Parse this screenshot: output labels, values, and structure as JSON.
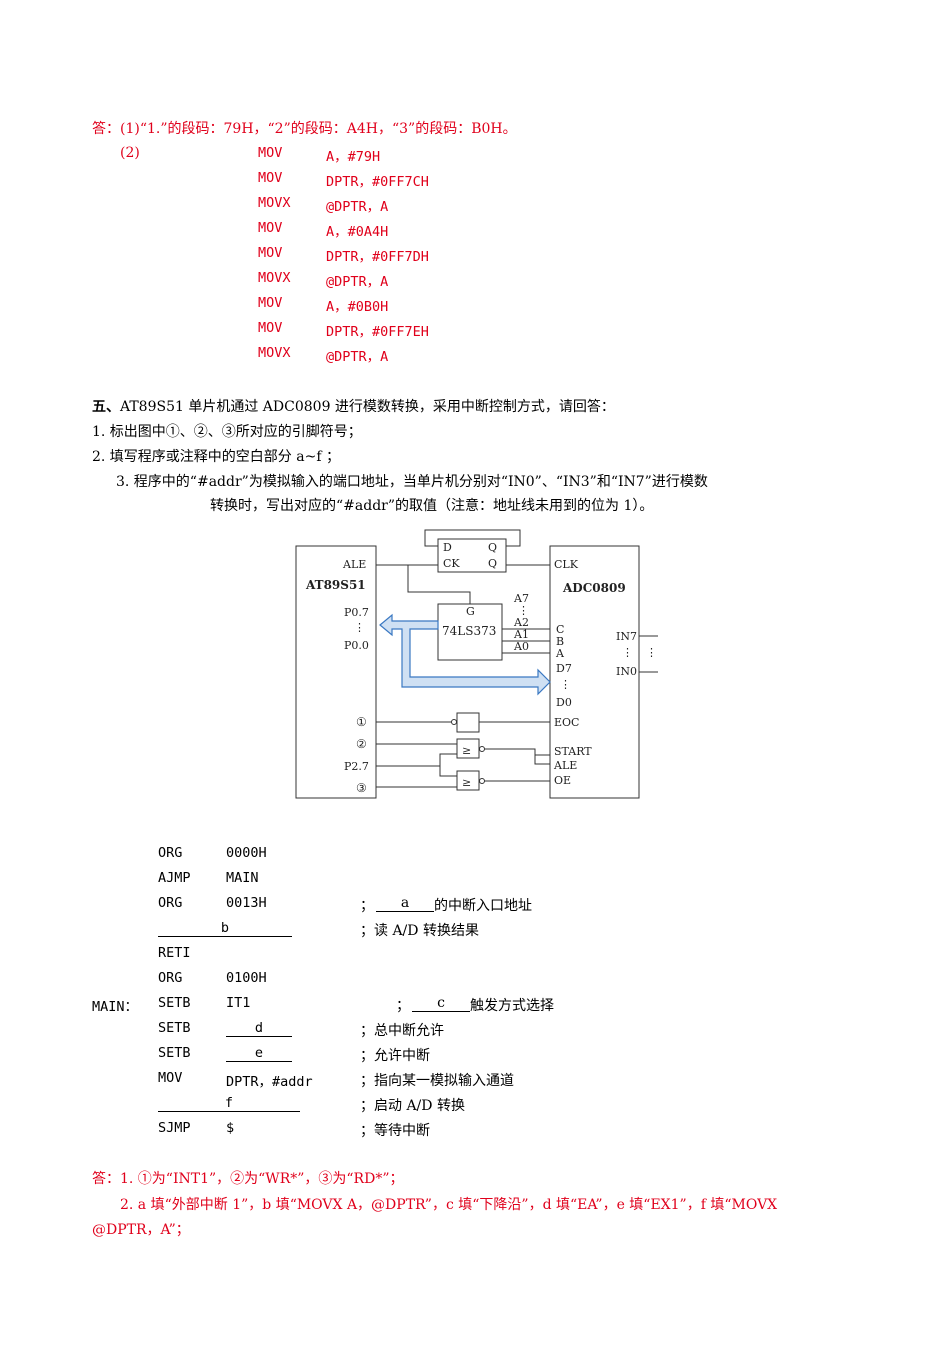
{
  "answer1": {
    "line1": "答：(1)“1.”的段码：79H，“2”的段码：A4H，“3”的段码：B0H。",
    "part2_label": "(2)",
    "code": [
      {
        "op": "MOV",
        "arg": "A，#79H"
      },
      {
        "op": "MOV",
        "arg": "DPTR，#0FF7CH"
      },
      {
        "op": "MOVX",
        "arg": "@DPTR，A"
      },
      {
        "op": "MOV",
        "arg": "A，#0A4H"
      },
      {
        "op": "MOV",
        "arg": "DPTR，#0FF7DH"
      },
      {
        "op": "MOVX",
        "arg": "@DPTR，A"
      },
      {
        "op": "MOV",
        "arg": "A，#0B0H"
      },
      {
        "op": "MOV",
        "arg": "DPTR，#0FF7EH"
      },
      {
        "op": "MOVX",
        "arg": "@DPTR，A"
      }
    ]
  },
  "question5": {
    "num": "五、",
    "stem": "AT89S51 单片机通过 ADC0809 进行模数转换，采用中断控制方式，请回答：",
    "q1": "1. 标出图中①、②、③所对应的引脚符号；",
    "q2": "2. 填写程序或注释中的空白部分 a~f ；",
    "q3a": "3. 程序中的“#addr”为模拟输入的端口地址，当单片机分别对“IN0”、“IN3”和“IN7”进行模数",
    "q3b": "转换时，写出对应的“#addr”的取值（注意：地址线未用到的位为 1）。"
  },
  "diagram": {
    "mcu": "AT89S51",
    "mcu_ale": "ALE",
    "p07": "P0.7",
    "p00": "P0.0",
    "p27": "P2.7",
    "c1": "①",
    "c2": "②",
    "c3": "③",
    "ff_d": "D",
    "ff_q": "Q",
    "ff_ck": "CK",
    "ff_qb": "Q",
    "latch": "74LS373",
    "latch_g": "G",
    "a7": "A7",
    "a2": "A2",
    "a1": "A1",
    "a0": "A0",
    "adc": "ADC0809",
    "clk": "CLK",
    "pc": "C",
    "pb": "B",
    "pa": "A",
    "d7": "D7",
    "d0": "D0",
    "eoc": "EOC",
    "start": "START",
    "adc_ale": "ALE",
    "oe": "OE",
    "in7": "IN7",
    "in0": "IN0",
    "dots": "⋮",
    "ge": "≥"
  },
  "program": {
    "rows": [
      {
        "label": "",
        "op": "ORG",
        "arg": "0000H",
        "comment": ""
      },
      {
        "label": "",
        "op": "AJMP",
        "arg": "MAIN",
        "comment": ""
      },
      {
        "label": "",
        "op": "ORG",
        "arg": "0013H",
        "comment": "；",
        "blank": "a",
        "after": "的中断入口地址"
      },
      {
        "label": "",
        "blank_line": "b",
        "comment": "；读 A/D 转换结果"
      },
      {
        "label": "",
        "op": "RETI",
        "arg": "",
        "comment": ""
      },
      {
        "label": "",
        "op": "ORG",
        "arg": "0100H",
        "comment": ""
      },
      {
        "label": "MAIN：",
        "op": "SETB",
        "arg": "IT1",
        "comment": "；",
        "blank": "c",
        "after": "触发方式选择"
      },
      {
        "label": "",
        "op": "SETB",
        "arg_blank": "d",
        "comment": "；总中断允许"
      },
      {
        "label": "",
        "op": "SETB",
        "arg_blank": "e",
        "comment": "；允许中断"
      },
      {
        "label": "",
        "op": "MOV",
        "arg": "DPTR，#addr",
        "comment": "；指向某一模拟输入通道"
      },
      {
        "label": "",
        "blank_line": "f",
        "comment": "；启动 A/D 转换"
      },
      {
        "label": "",
        "op": "SJMP",
        "arg": "$",
        "comment": "；等待中断"
      }
    ]
  },
  "answer2": {
    "line1": "答：1. ①为“INT1”，②为“WR*”，③为“RD*”；",
    "line2": "2. a 填“外部中断 1”，b 填“MOVX  A，@DPTR”，c 填“下降沿”，d 填“EA”，e 填“EX1”，f 填“MOVX",
    "line3": "@DPTR，A”；"
  }
}
